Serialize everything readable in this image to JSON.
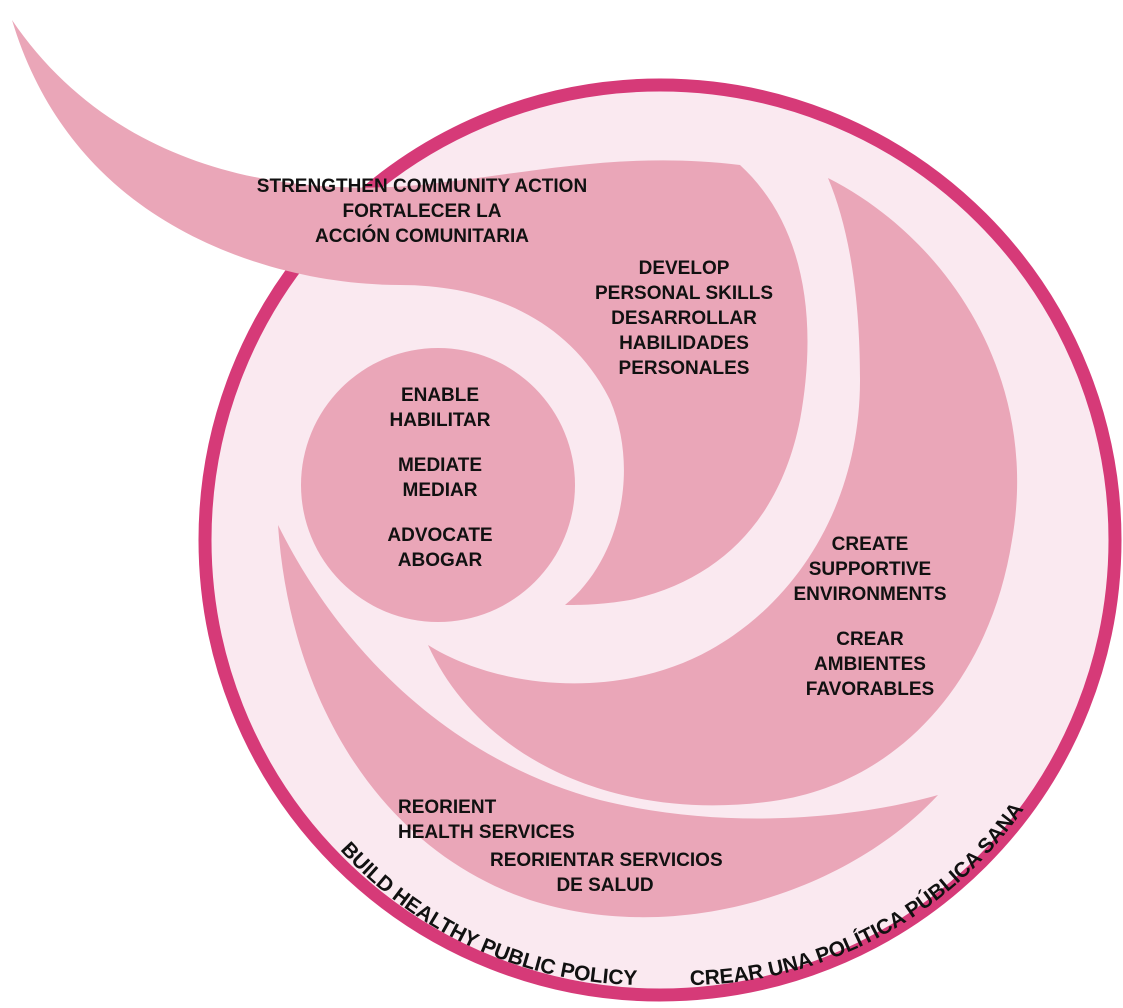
{
  "colors": {
    "outer_ring_stroke": "#d63a78",
    "outer_fill": "#fae9f0",
    "petal_fill": "#eaa6b8",
    "text": "#111111"
  },
  "labels": {
    "community_action": [
      "STRENGTHEN COMMUNITY ACTION",
      "FORTALECER LA",
      "ACCIÓN COMUNITARIA"
    ],
    "personal_skills": [
      "DEVELOP",
      "PERSONAL SKILLS",
      "DESARROLLAR",
      "HABILIDADES",
      "PERSONALES"
    ],
    "core_enable": [
      "ENABLE",
      "HABILITAR"
    ],
    "core_mediate": [
      "MEDIATE",
      "MEDIAR"
    ],
    "core_advocate": [
      "ADVOCATE",
      "ABOGAR"
    ],
    "supportive_env_en": [
      "CREATE",
      "SUPPORTIVE",
      "ENVIRONMENTS"
    ],
    "supportive_env_es": [
      "CREAR",
      "AMBIENTES",
      "FAVORABLES"
    ],
    "health_services_en": [
      "REORIENT",
      "HEALTH SERVICES"
    ],
    "health_services_es": [
      "REORIENTAR SERVICIOS",
      "DE SALUD"
    ],
    "public_policy_en": "BUILD HEALTHY PUBLIC POLICY",
    "public_policy_es": "CREAR UNA POLÍTICA PÚBLICA SANA"
  }
}
